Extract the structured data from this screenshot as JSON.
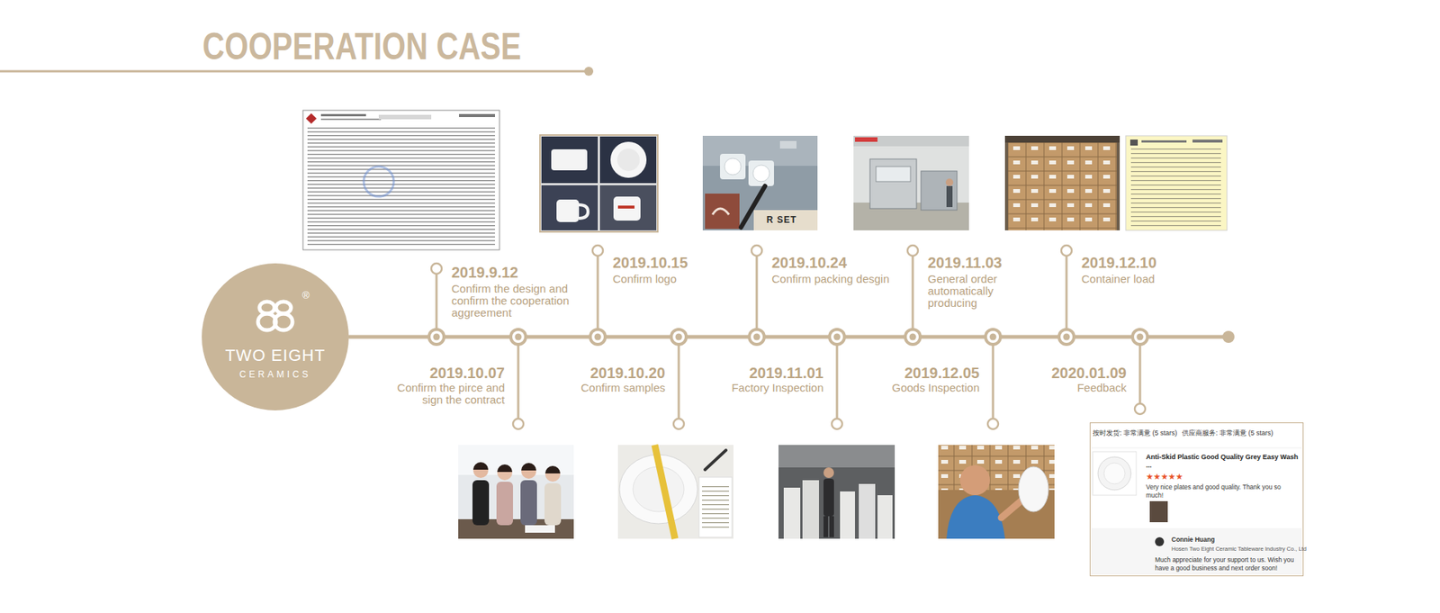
{
  "diagram": {
    "title": "COOPERATION CASE",
    "nodes": [
      {
        "text": [
          "®",
          "TWO EIGHT",
          "CERAMICS"
        ]
      },
      {
        "text": [
          "按时发货: 非常满意 (5 stars)",
          "供应商服务: 非常满意 (5 stars)",
          "Anti-Skid Plastic Good Quality Grey Easy Wash ...",
          "★★★★★",
          "Very nice plates and good quality. Thank you so much!",
          "Connie Huang",
          "Hosen Two Eight Ceramic Tableware Industry Co., Ltd",
          "Much appreciate for your support to us. Wish you have a good business and next order soon!"
        ]
      }
    ],
    "labels": [
      "2019.9.12",
      "Confirm the design and confirm the cooperation aggreement",
      "2019.10.07",
      "Confirm the pirce and sign the contract",
      "2019.10.15",
      "Confirm logo",
      "2019.10.20",
      "Confirm samples",
      "2019.10.24",
      "Confirm packing desgin",
      "2019.11.01",
      "Factory Inspection",
      "2019.11.03",
      "General order automatically producing",
      "2019.12.05",
      "Goods Inspection",
      "2019.12.10",
      "Container load",
      "2020.01.09",
      "Feedback",
      "R SET"
    ]
  }
}
